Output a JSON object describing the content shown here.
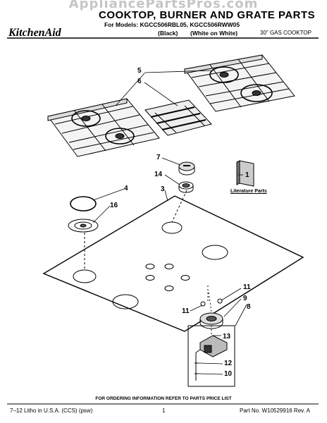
{
  "watermark": "AppliancePartsPros.com",
  "header": {
    "title": "COOKTOP, BURNER AND GRATE PARTS",
    "models": "For Models: KGCC506RBL05, KGCC506RWW05",
    "brand": "KitchenAid",
    "variant_black": "(Black)",
    "variant_white": "(White on White)",
    "product": "30\" GAS COOKTOP"
  },
  "callouts": {
    "n5": "5",
    "n6": "6",
    "n7": "7",
    "n14": "14",
    "n1": "1",
    "n3": "3",
    "n4": "4",
    "n16": "16",
    "n11a": "11",
    "n9": "9",
    "n8": "8",
    "n11b": "11",
    "n13": "13",
    "n12": "12",
    "n10": "10"
  },
  "literature_label": "Literature Parts",
  "footer": {
    "note": "FOR ORDERING INFORMATION REFER TO PARTS PRICE LIST",
    "left": "7–12 Litho in U.S.A. (CCS) (psw)",
    "page": "1",
    "right": "Part No. W10529916 Rev. A"
  }
}
